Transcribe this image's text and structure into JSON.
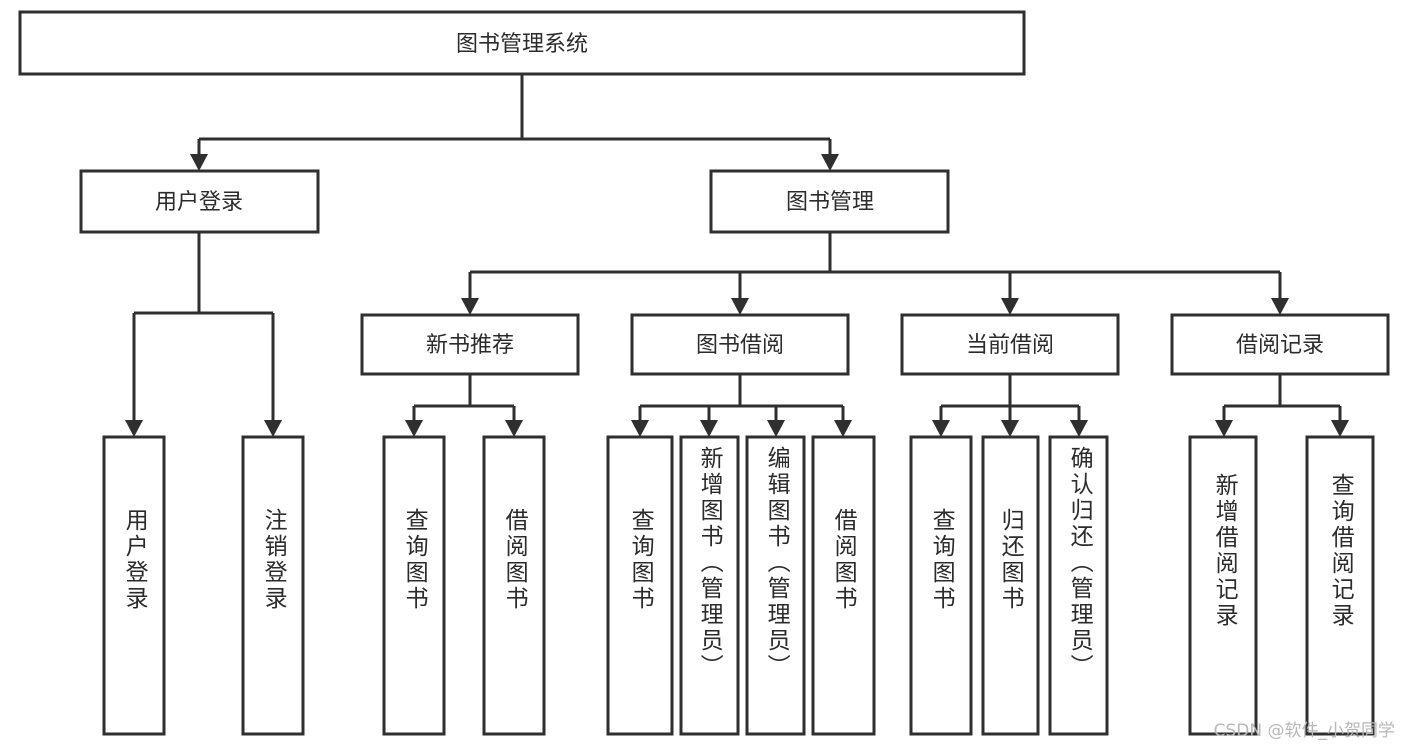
{
  "diagram": {
    "title": "图书管理系统",
    "type": "hierarchy-tree",
    "root": {
      "id": "root",
      "label": "图书管理系统",
      "orientation": "horizontal"
    },
    "level2": [
      {
        "id": "user-login",
        "label": "用户登录",
        "orientation": "horizontal"
      },
      {
        "id": "book-management",
        "label": "图书管理",
        "orientation": "horizontal"
      }
    ],
    "level3": [
      {
        "id": "new-book-recommend",
        "label": "新书推荐",
        "orientation": "horizontal",
        "parent": "book-management"
      },
      {
        "id": "book-borrow",
        "label": "图书借阅",
        "orientation": "horizontal",
        "parent": "book-management"
      },
      {
        "id": "current-borrow",
        "label": "当前借阅",
        "orientation": "horizontal",
        "parent": "book-management"
      },
      {
        "id": "borrow-record",
        "label": "借阅记录",
        "orientation": "horizontal",
        "parent": "book-management"
      }
    ],
    "leaves": [
      {
        "id": "leaf-user-login",
        "label": "用户登录",
        "parent": "user-login",
        "orientation": "vertical"
      },
      {
        "id": "leaf-logout",
        "label": "注销登录",
        "parent": "user-login",
        "orientation": "vertical"
      },
      {
        "id": "leaf-query-book-1",
        "label": "查询图书",
        "parent": "new-book-recommend",
        "orientation": "vertical"
      },
      {
        "id": "leaf-borrow-book-1",
        "label": "借阅图书",
        "parent": "new-book-recommend",
        "orientation": "vertical"
      },
      {
        "id": "leaf-query-book-2",
        "label": "查询图书",
        "parent": "book-borrow",
        "orientation": "vertical"
      },
      {
        "id": "leaf-add-book",
        "label": "新增图书（管理员）",
        "parent": "book-borrow",
        "orientation": "vertical"
      },
      {
        "id": "leaf-edit-book",
        "label": "编辑图书（管理员）",
        "parent": "book-borrow",
        "orientation": "vertical"
      },
      {
        "id": "leaf-borrow-book-2",
        "label": "借阅图书",
        "parent": "book-borrow",
        "orientation": "vertical"
      },
      {
        "id": "leaf-query-book-3",
        "label": "查询图书",
        "parent": "current-borrow",
        "orientation": "vertical"
      },
      {
        "id": "leaf-return-book",
        "label": "归还图书",
        "parent": "current-borrow",
        "orientation": "vertical"
      },
      {
        "id": "leaf-confirm-return",
        "label": "确认归还（管理员）",
        "parent": "current-borrow",
        "orientation": "vertical"
      },
      {
        "id": "leaf-add-record",
        "label": "新增借阅记录",
        "parent": "borrow-record",
        "orientation": "vertical"
      },
      {
        "id": "leaf-query-record",
        "label": "查询借阅记录",
        "parent": "borrow-record",
        "orientation": "vertical"
      }
    ],
    "colors": {
      "stroke": "#2f2f2f",
      "fill": "#ffffff",
      "text": "#2b2b2b",
      "watermark": "#b8b8b8"
    }
  },
  "watermark": {
    "text": "CSDN @软件_小贺同学"
  }
}
